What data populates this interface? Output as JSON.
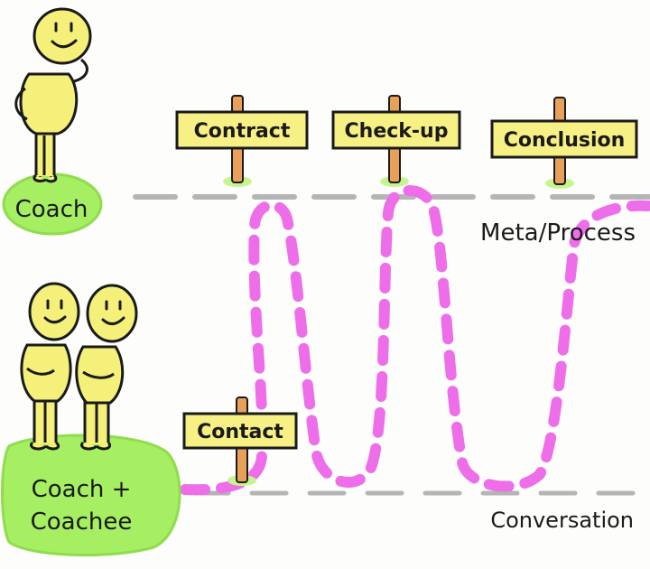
{
  "colors": {
    "figure_fill": "#f4f079",
    "outline": "#1a1a1a",
    "mound_green": "#a6ef63",
    "mound_green_light": "#c6f58f",
    "sign_yellow": "#f7f084",
    "post_orange": "#e9a15a",
    "dashed_path": "#ee6ee9",
    "divider_gray": "#b5b5b5"
  },
  "roles": {
    "coach": "Coach",
    "coach_coachee": [
      "Coach +",
      "Coachee"
    ]
  },
  "levels": {
    "meta": "Meta/Process",
    "conversation": "Conversation"
  },
  "signposts": {
    "contract": "Contract",
    "checkup": "Check-up",
    "conclusion": "Conclusion",
    "contact": "Contact"
  }
}
